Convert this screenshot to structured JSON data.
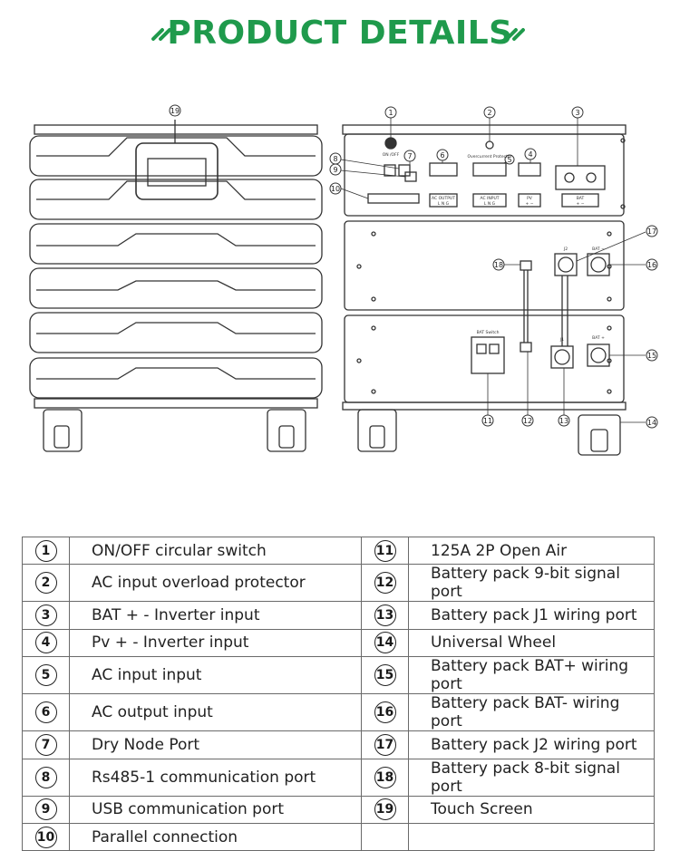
{
  "header": {
    "title": "PRODUCT DETAILS"
  },
  "callouts": [
    "1",
    "2",
    "3",
    "4",
    "5",
    "6",
    "7",
    "8",
    "9",
    "10",
    "11",
    "12",
    "13",
    "14",
    "15",
    "16",
    "17",
    "18",
    "19"
  ],
  "panel_labels": {
    "on_off": "ON /OFF",
    "overcurrent": "Overcurrent Protector",
    "ac_output": "AC OUTPUT",
    "ac_output_pins": "L N G",
    "ac_input": "AC INPUT",
    "ac_input_pins": "L N G",
    "pv": "PV",
    "pv_pins": "+ −",
    "bat": "BAT",
    "bat_pins": "+ −",
    "j2": "J2",
    "bat_minus": "BAT −",
    "j1": "J1",
    "bat_plus": "BAT +",
    "bat_switch": "BAT Switch"
  },
  "legend": [
    {
      "n": "1",
      "label": "ON/OFF circular switch"
    },
    {
      "n": "2",
      "label": "AC input overload protector"
    },
    {
      "n": "3",
      "label": "BAT + - Inverter input"
    },
    {
      "n": "4",
      "label": "Pv + - Inverter input"
    },
    {
      "n": "5",
      "label": "AC input input"
    },
    {
      "n": "6",
      "label": "AC output input"
    },
    {
      "n": "7",
      "label": "Dry Node Port"
    },
    {
      "n": "8",
      "label": "Rs485-1 communication port"
    },
    {
      "n": "9",
      "label": "USB communication port"
    },
    {
      "n": "10",
      "label": "Parallel connection"
    },
    {
      "n": "11",
      "label": "125A 2P Open Air"
    },
    {
      "n": "12",
      "label": "Battery pack 9-bit signal port"
    },
    {
      "n": "13",
      "label": "Battery pack J1 wiring port"
    },
    {
      "n": "14",
      "label": "Universal Wheel"
    },
    {
      "n": "15",
      "label": "Battery pack BAT+ wiring port"
    },
    {
      "n": "16",
      "label": "Battery pack BAT- wiring port"
    },
    {
      "n": "17",
      "label": "Battery pack J2 wiring port"
    },
    {
      "n": "18",
      "label": "Battery pack 8-bit signal port"
    },
    {
      "n": "19",
      "label": "Touch Screen"
    }
  ],
  "colors": {
    "accent": "#1f9a4c",
    "line": "#333333"
  }
}
